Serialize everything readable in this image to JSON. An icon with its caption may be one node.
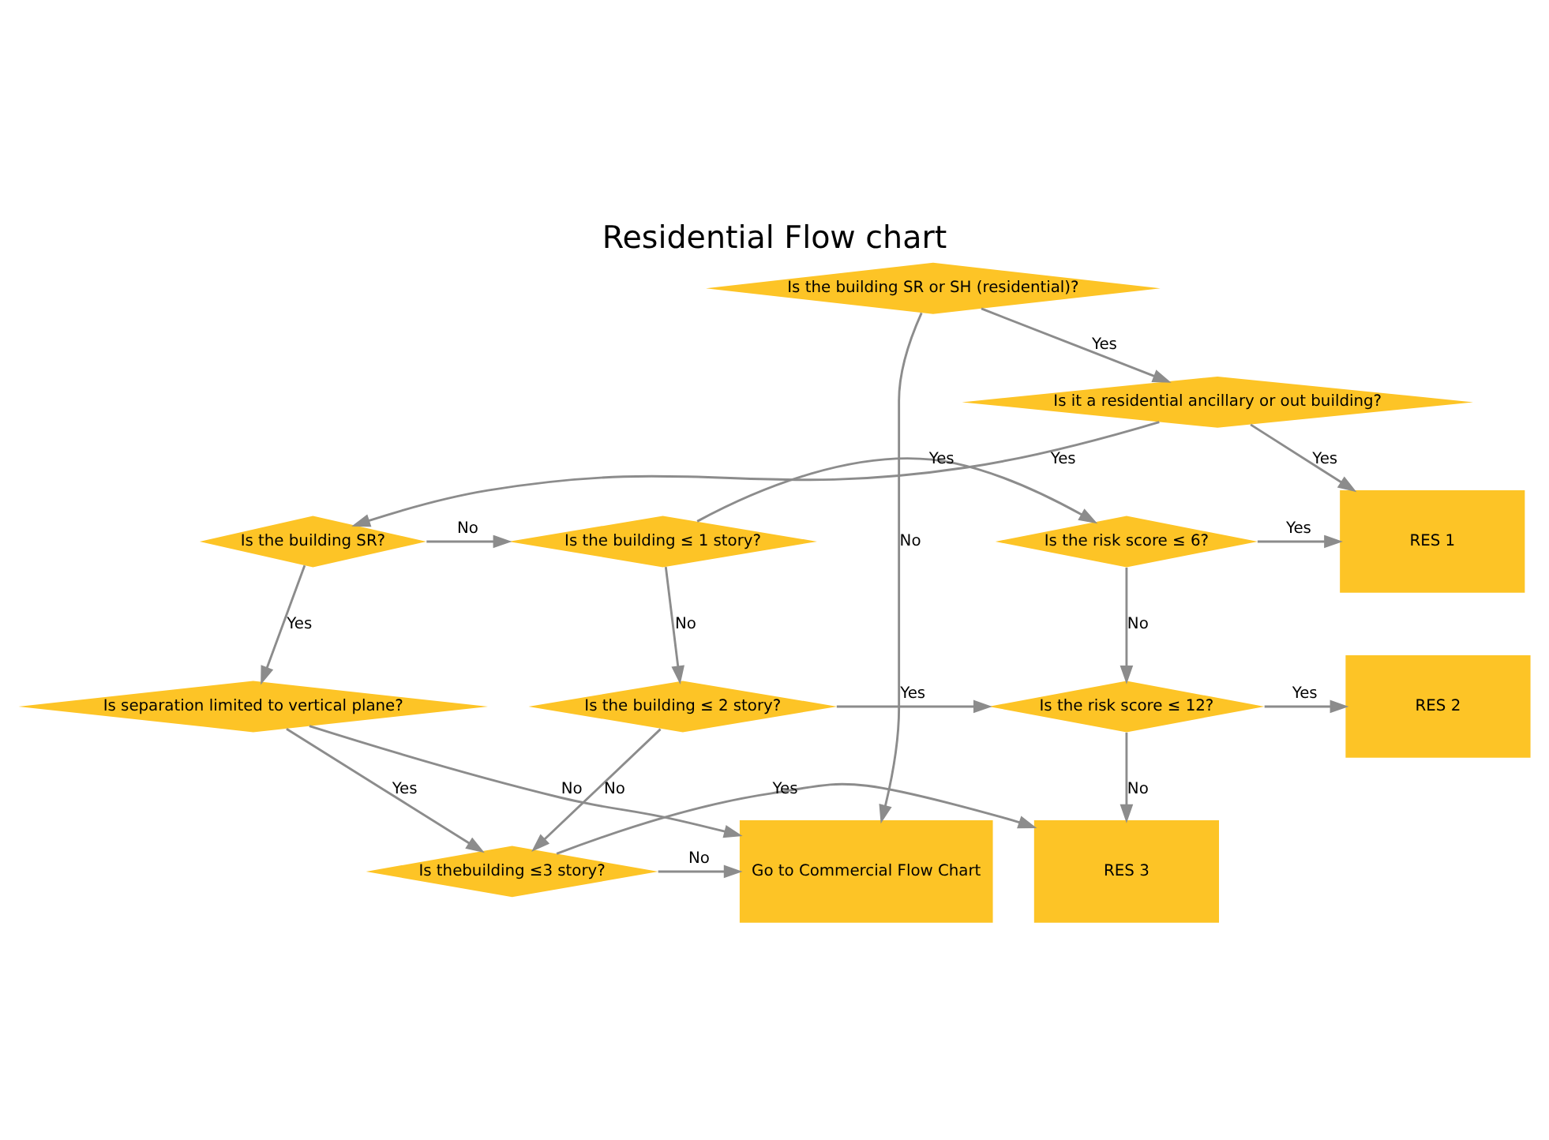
{
  "diagram": {
    "title": "Residential Flow chart",
    "nodes": [
      {
        "text": [
          "Is the building SR or SH (residential)?"
        ]
      },
      {
        "text": [
          "Is it a residential ancillary or out building?"
        ]
      },
      {
        "text": [
          "Is the building SR?"
        ]
      },
      {
        "text": [
          "Is the building ≤ 1 story?"
        ]
      },
      {
        "text": [
          "Is the risk score ≤ 6?"
        ]
      },
      {
        "text": [
          "RES 1"
        ]
      },
      {
        "text": [
          "Is separation limited to vertical plane?"
        ]
      },
      {
        "text": [
          "Is the building ≤ 2 story?"
        ]
      },
      {
        "text": [
          "Is the risk score ≤ 12?"
        ]
      },
      {
        "text": [
          "RES 2"
        ]
      },
      {
        "text": [
          "Go to Commercial Flow Chart"
        ]
      },
      {
        "text": [
          "Is thebuilding ≤3 story?"
        ]
      },
      {
        "text": [
          "RES 3"
        ]
      }
    ],
    "edges": [
      {
        "from": 0,
        "to": 1,
        "arrow": "to",
        "label": "Yes"
      },
      {
        "from": 0,
        "to": 10,
        "arrow": "to",
        "label": "No"
      },
      {
        "from": 1,
        "to": 5,
        "arrow": "to",
        "label": "Yes"
      },
      {
        "from": 1,
        "to": 2,
        "arrow": "to",
        "label": "Yes"
      },
      {
        "from": 2,
        "to": 3,
        "arrow": "to",
        "label": "No"
      },
      {
        "from": 2,
        "to": 6,
        "arrow": "to",
        "label": "Yes"
      },
      {
        "from": 3,
        "to": 4,
        "arrow": "to",
        "label": "Yes"
      },
      {
        "from": 3,
        "to": 7,
        "arrow": "to",
        "label": "No"
      },
      {
        "from": 4,
        "to": 5,
        "arrow": "to",
        "label": "Yes"
      },
      {
        "from": 4,
        "to": 8,
        "arrow": "to",
        "label": "No"
      },
      {
        "from": 6,
        "to": 10,
        "arrow": "to",
        "label": "No"
      },
      {
        "from": 6,
        "to": 11,
        "arrow": "to",
        "label": "Yes"
      },
      {
        "from": 7,
        "to": 8,
        "arrow": "to",
        "label": "Yes"
      },
      {
        "from": 7,
        "to": 11,
        "arrow": "to",
        "label": "No"
      },
      {
        "from": 8,
        "to": 9,
        "arrow": "to",
        "label": "Yes"
      },
      {
        "from": 8,
        "to": 12,
        "arrow": "to",
        "label": "No"
      },
      {
        "from": 11,
        "to": 12,
        "arrow": "to",
        "label": "Yes"
      },
      {
        "from": 11,
        "to": 10,
        "arrow": "to",
        "label": "No"
      }
    ]
  }
}
